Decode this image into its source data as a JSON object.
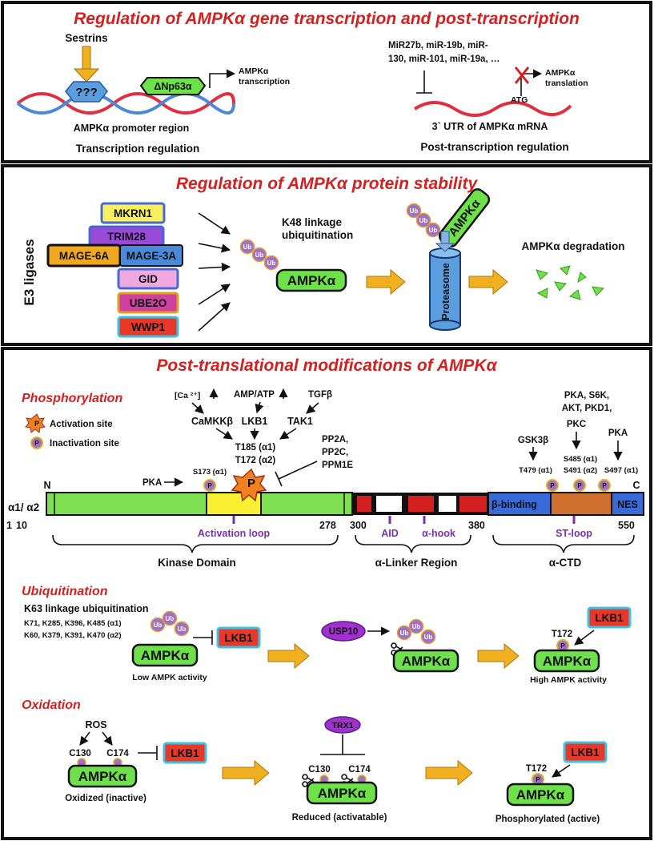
{
  "panel1": {
    "title": "Regulation of AMPKα gene transcription and post-transcription",
    "sestrins": "Sestrins",
    "unknown": "???",
    "dnp63a": "ΔNp63α",
    "transcription_out": [
      "AMPKα",
      "transcription"
    ],
    "promoter_label": "AMPKα promoter region",
    "transcription_label": "Transcription regulation",
    "mirnas": [
      "MiR27b, miR-19b, miR-",
      "130, miR-101, miR-19a, …"
    ],
    "translation_out": [
      "AMPKα",
      "translation"
    ],
    "atg": "ATG",
    "utr_label": "3` UTR of AMPKα mRNA",
    "post_transcription_label": "Post-transcription regulation"
  },
  "panel2": {
    "title": "Regulation of AMPKα protein stability",
    "e3_label": "E3 ligases",
    "ligases": [
      "MKRN1",
      "TRIM28",
      "MAGE-6A",
      "MAGE-3A",
      "GID",
      "UBE2O",
      "WWP1"
    ],
    "k48_label": [
      "K48 linkage",
      "ubiquitination"
    ],
    "ub": "Ub",
    "ampk": "AMPKα",
    "proteasome": "Proteasome",
    "degradation": "AMPKα degradation"
  },
  "panel3": {
    "title": "Post-translational modifications of AMPKα",
    "phosphorylation": {
      "heading": "Phosphorylation",
      "activation_site": "Activation site",
      "inactivation_site": "Inactivation site",
      "p": "P",
      "ca": "[Ca ²⁺]",
      "amp_atp": "AMP/ATP",
      "tgfb": "TGFβ",
      "camkkb": "CaMKKβ",
      "lkb1": "LKB1",
      "tak1": "TAK1",
      "t185": "T185 (α1)",
      "t172": "T172 (α2)",
      "phosphatases": [
        "PP2A,",
        "PP2C,",
        "PPM1E"
      ],
      "pka_left": "PKA",
      "s173": "S173 (α1)",
      "gsk3b": "GSK3β",
      "t479": "T479 (α1)",
      "kinases_mid": [
        "PKA, S6K,",
        "AKT, PKD1,",
        "PKC"
      ],
      "s485": "S485 (α1)",
      "s491": "S491 (α2)",
      "pka_right": "PKA",
      "s497": "S497 (α1)",
      "n": "N",
      "c": "C",
      "isoform": "α1/ α2",
      "beta_binding": "β-binding",
      "nes": "NES",
      "numbers": [
        "1",
        "10",
        "278",
        "300",
        "380",
        "550"
      ],
      "activation_loop": "Activation loop",
      "aid": "AID",
      "alpha_hook": "α-hook",
      "st_loop": "ST-loop",
      "kinase_domain": "Kinase Domain",
      "linker": "α-Linker Region",
      "ctd": "α-CTD"
    },
    "ubiquitination": {
      "heading": "Ubiquitination",
      "k63_label": "K63 linkage ubiquitination",
      "sites_a1": "K71, K285, K396, K485 (α1)",
      "sites_a2": "K60, K379, K391, K470 (α2)",
      "lkb1": "LKB1",
      "usp10": "USP10",
      "low": "Low AMPK activity",
      "high": "High AMPK activity",
      "t172": "T172"
    },
    "oxidation": {
      "heading": "Oxidation",
      "ros": "ROS",
      "c130": "C130",
      "c174": "C174",
      "lkb1": "LKB1",
      "trx1": "TRX1",
      "t172": "T172",
      "oxidized": "Oxidized (inactive)",
      "reduced": "Reduced (activatable)",
      "phosphorylated": "Phosphorylated (active)"
    }
  },
  "colors": {
    "title_red": "#d42020",
    "ampk_green": "#6ee04a",
    "gold_arrow": "#f0b020",
    "ub_purple": "#a070c8",
    "lkb1_box": "#e8382a",
    "lkb1_text": "#f8e020",
    "purple_label": "#7a2fb0"
  }
}
